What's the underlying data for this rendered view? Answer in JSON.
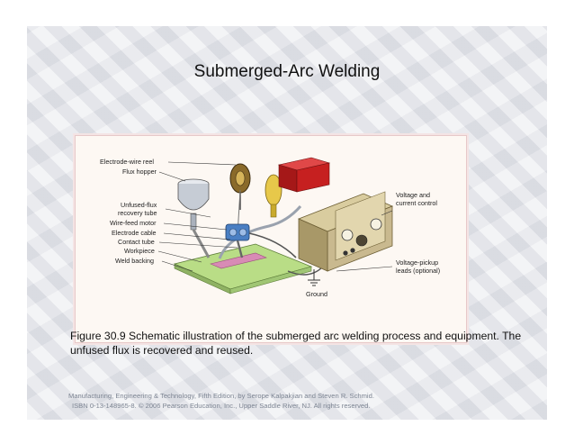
{
  "slide": {
    "title": "Submerged-Arc Welding",
    "caption": "Figure 30.9 Schematic illustration of the submerged arc welding process and equipment. The unfused flux is recovered and reused.",
    "footer_line1": "Manufacturing, Engineering & Technology, Fifth Edition, by Serope Kalpakjian and Steven R. Schmid.",
    "footer_line2": "ISBN 0-13-148965-8. © 2006 Pearson Education, Inc., Upper Saddle River, NJ.  All rights reserved."
  },
  "figure": {
    "labels": {
      "electrode_wire_reel": "Electrode-wire reel",
      "flux_hopper": "Flux hopper",
      "unfused_flux_line1": "Unfused-flux",
      "unfused_flux_line2": "recovery tube",
      "wire_feed_motor": "Wire-feed motor",
      "electrode_cable": "Electrode cable",
      "contact_tube": "Contact tube",
      "workpiece": "Workpiece",
      "weld_backing": "Weld backing",
      "voltage_control_line1": "Voltage and",
      "voltage_control_line2": "current control",
      "voltage_pickup_line1": "Voltage-pickup",
      "voltage_pickup_line2": "leads (optional)",
      "ground": "Ground"
    },
    "colors": {
      "control_box": "#c9b98f",
      "flux_bottle": "#e7c84a",
      "red_box": "#c62020",
      "workpiece": "#b9dd86",
      "weld_bead": "#d88bb5",
      "wire_feed_motor": "#4a7fc3"
    }
  }
}
